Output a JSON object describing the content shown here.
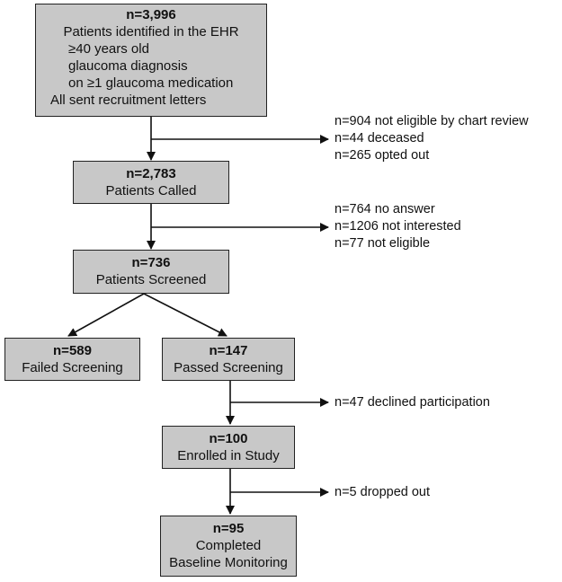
{
  "box_eligible": {
    "count": "n=3,996",
    "line1": "Patients identified in the EHR",
    "criteria": [
      "≥40 years old",
      "glaucoma diagnosis",
      "on ≥1 glaucoma medication"
    ],
    "line_last": "All sent recruitment letters"
  },
  "exclusions_1": [
    "n=904 not eligible by chart review",
    "n=44 deceased",
    "n=265 opted out"
  ],
  "box_called": {
    "count": "n=2,783",
    "label": "Patients Called"
  },
  "exclusions_2": [
    "n=764 no answer",
    "n=1206 not interested",
    "n=77 not eligible"
  ],
  "box_screened": {
    "count": "n=736",
    "label": "Patients Screened"
  },
  "box_failed": {
    "count": "n=589",
    "label": "Failed Screening"
  },
  "box_passed": {
    "count": "n=147",
    "label": "Passed Screening"
  },
  "exclusion_3": "n=47 declined participation",
  "box_enrolled": {
    "count": "n=100",
    "label": "Enrolled in Study"
  },
  "exclusion_4": "n=5 dropped out",
  "box_completed": {
    "count": "n=95",
    "line1": "Completed",
    "line2": "Baseline Monitoring"
  }
}
